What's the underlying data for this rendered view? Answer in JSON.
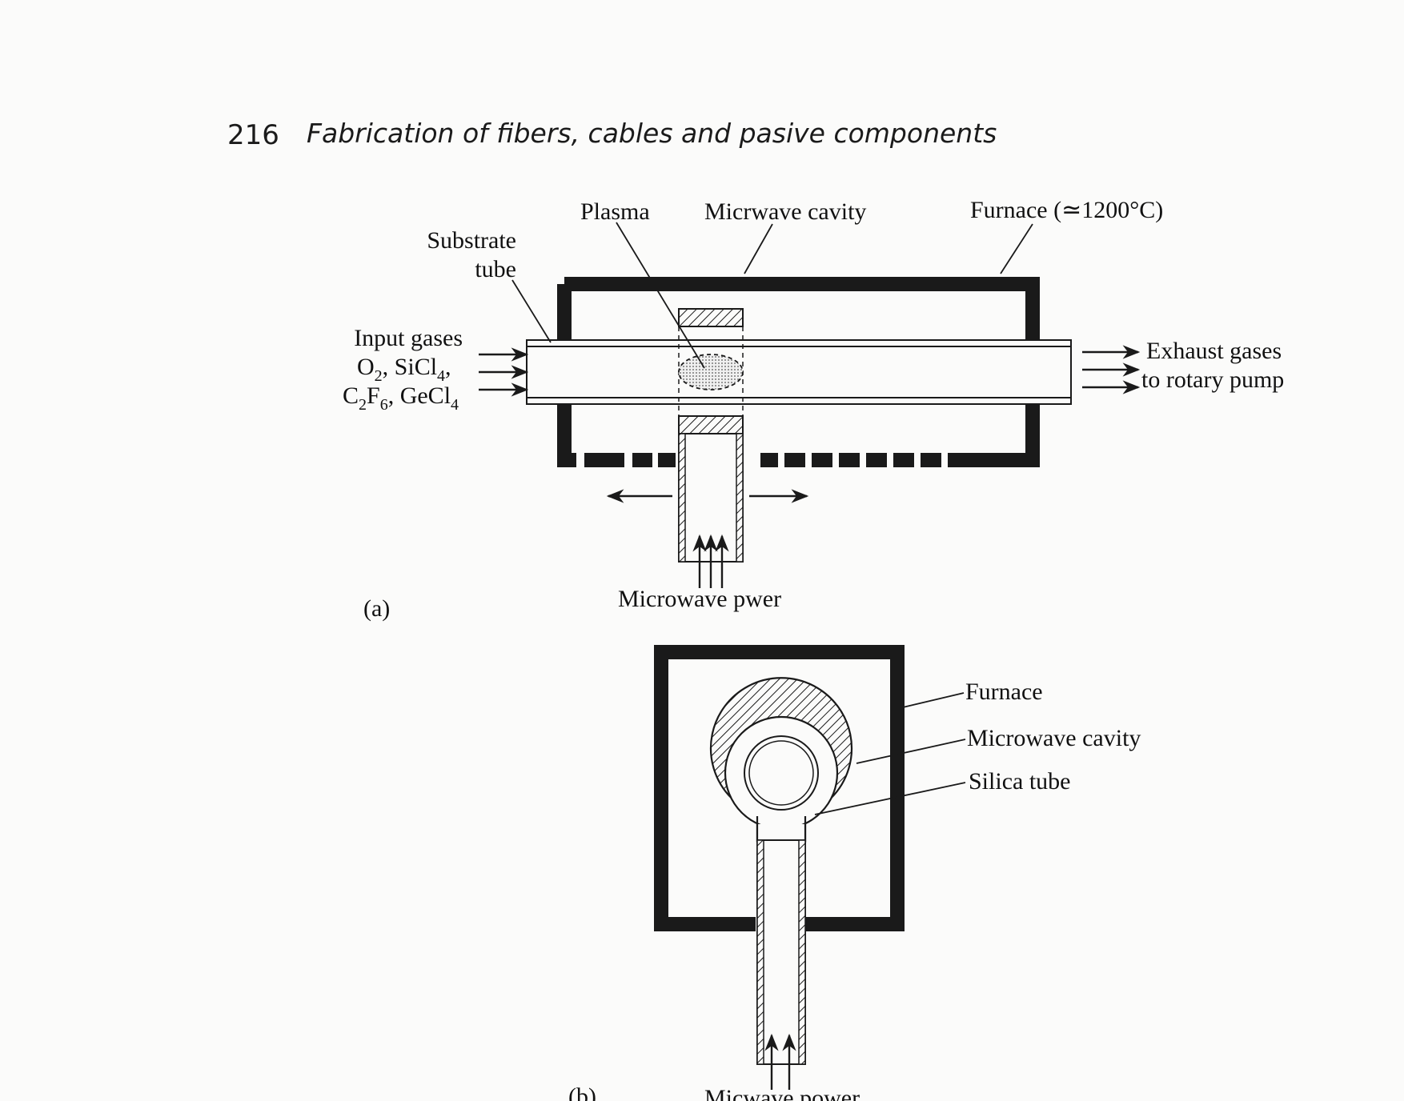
{
  "header": {
    "page_number": "216",
    "running_title": "Fabrication of fibers, cables and pasive components"
  },
  "figure_a": {
    "panel_label": "(a)",
    "labels": {
      "plasma": "Plasma",
      "microwave_cavity": "Micrwave cavity",
      "furnace": "Furnace (≃1200°C)",
      "substrate_line1": "Substrate",
      "substrate_line2": "tube",
      "input_gases": "Input gases",
      "gas1_o": "O",
      "gas1_o_sub": "2",
      "gas1_rest": ", SiCl",
      "gas1_cl_sub": "4",
      "gas1_end": ",",
      "gas2_c": "C",
      "gas2_c_sub": "2",
      "gas2_f": "F",
      "gas2_f_sub": "6",
      "gas2_rest": ", GeCl",
      "gas2_cl_sub": "4",
      "exhaust_line1": "Exhaust gases",
      "exhaust_line2": "to rotary pump",
      "microwave_power": "Microwave pwer"
    }
  },
  "figure_b": {
    "panel_label": "(b)",
    "labels": {
      "furnace": "Furnace",
      "microwave_cavity": "Microwave cavity",
      "silica_tube": "Silica tube",
      "microwave_power": "Micwave power"
    }
  }
}
